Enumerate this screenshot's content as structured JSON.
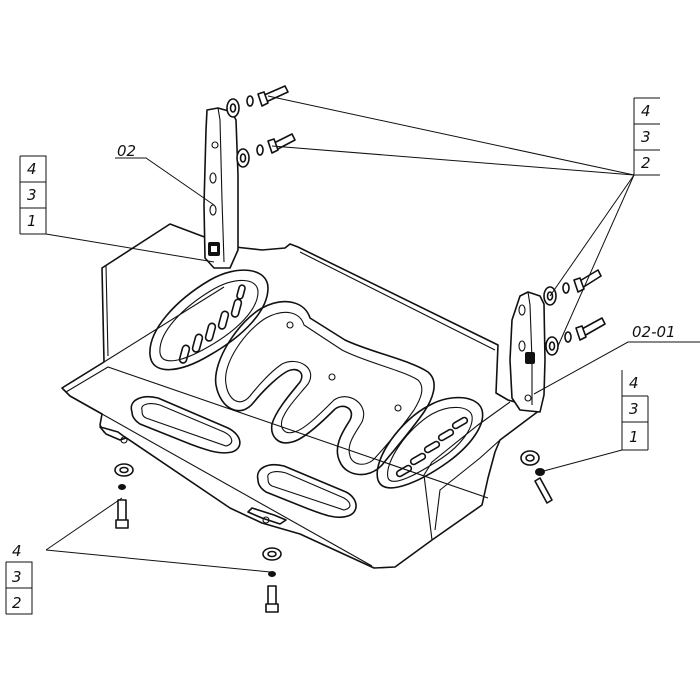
{
  "callouts": {
    "bracket_left_label": "02",
    "bracket_right_label": "02-01",
    "stack_top_right": {
      "top": "4",
      "mid": "3",
      "bottom": "2"
    },
    "stack_top_left": {
      "top": "4",
      "mid": "3",
      "bottom": "1"
    },
    "stack_mid_right": {
      "top": "4",
      "mid": "3",
      "bottom": "1"
    },
    "stack_bottom_left": {
      "top": "4",
      "mid": "3",
      "bottom": "2"
    }
  }
}
